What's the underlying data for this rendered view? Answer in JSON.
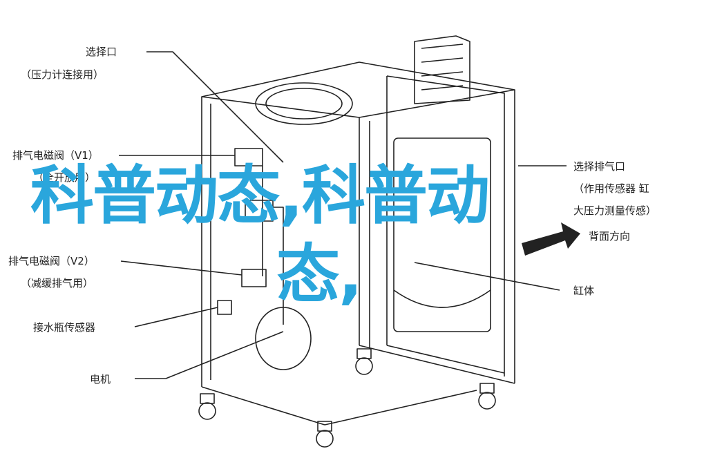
{
  "labels": {
    "select_port": "选择口",
    "select_port_note": "（压力计连接用）",
    "exhaust_valve_v1": "排气电磁阀（V1）",
    "exhaust_valve_v1_note": "（全开放用）",
    "exhaust_valve_v2": "排气电磁阀（V2）",
    "exhaust_valve_v2_note": "（减缓排气用）",
    "water_sensor": "接水瓶传感器",
    "motor": "电机",
    "select_exhaust_port": "选择排气口",
    "select_exhaust_note1": "（作用传感器 缸",
    "select_exhaust_note2": "大压力测量传感）",
    "back_direction": "背面方向",
    "cylinder": "缸体"
  },
  "overlay": {
    "line1": "科普动态,科普动",
    "line2": "态,"
  },
  "colors": {
    "overlay": "#2aa6dc",
    "line": "#222222"
  }
}
